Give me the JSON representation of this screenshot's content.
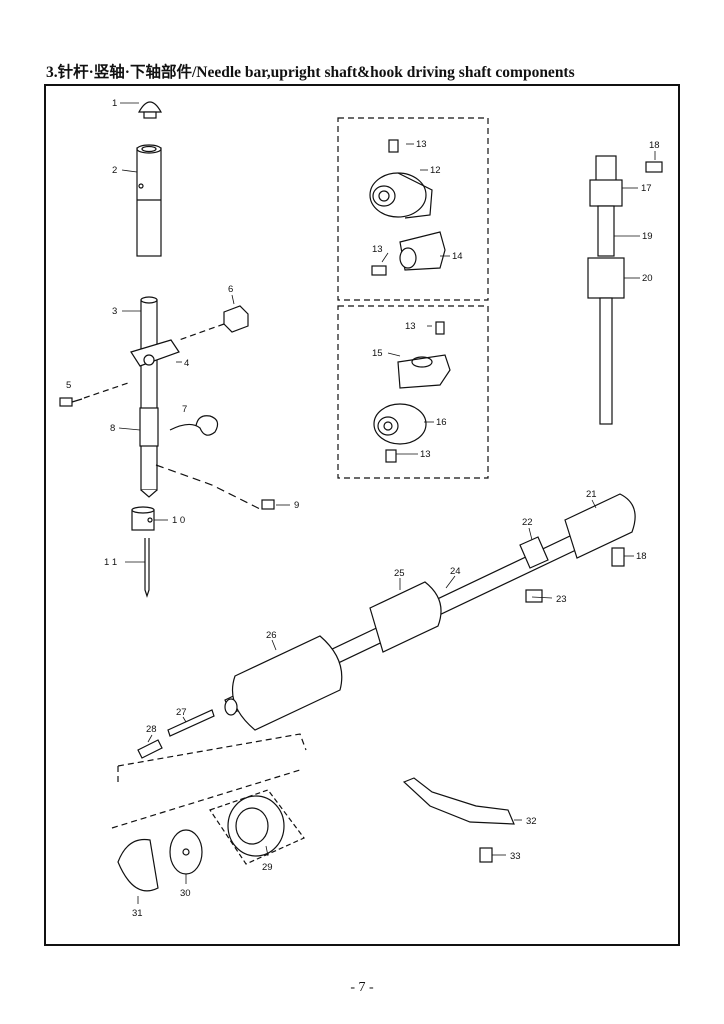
{
  "page": {
    "title": "3.针杆·竖轴·下轴部件/Needle bar,upright shaft&hook driving shaft components",
    "page_number": "- 7 -"
  },
  "callouts": {
    "c1": "1",
    "c2": "2",
    "c3": "3",
    "c4": "4",
    "c5": "5",
    "c6": "6",
    "c7": "7",
    "c8": "8",
    "c9": "9",
    "c10": "1 0",
    "c11": "1 1",
    "c12": "12",
    "c13a": "13",
    "c13b": "13",
    "c13c": "13",
    "c13d": "13",
    "c14": "14",
    "c15": "15",
    "c16": "16",
    "c17": "17",
    "c18a": "18",
    "c18b": "18",
    "c19": "19",
    "c20": "20",
    "c21": "21",
    "c22": "22",
    "c23": "23",
    "c24": "24",
    "c25": "25",
    "c26": "26",
    "c27": "27",
    "c28": "28",
    "c29": "29",
    "c30": "30",
    "c31": "31",
    "c32": "32",
    "c33": "33"
  }
}
